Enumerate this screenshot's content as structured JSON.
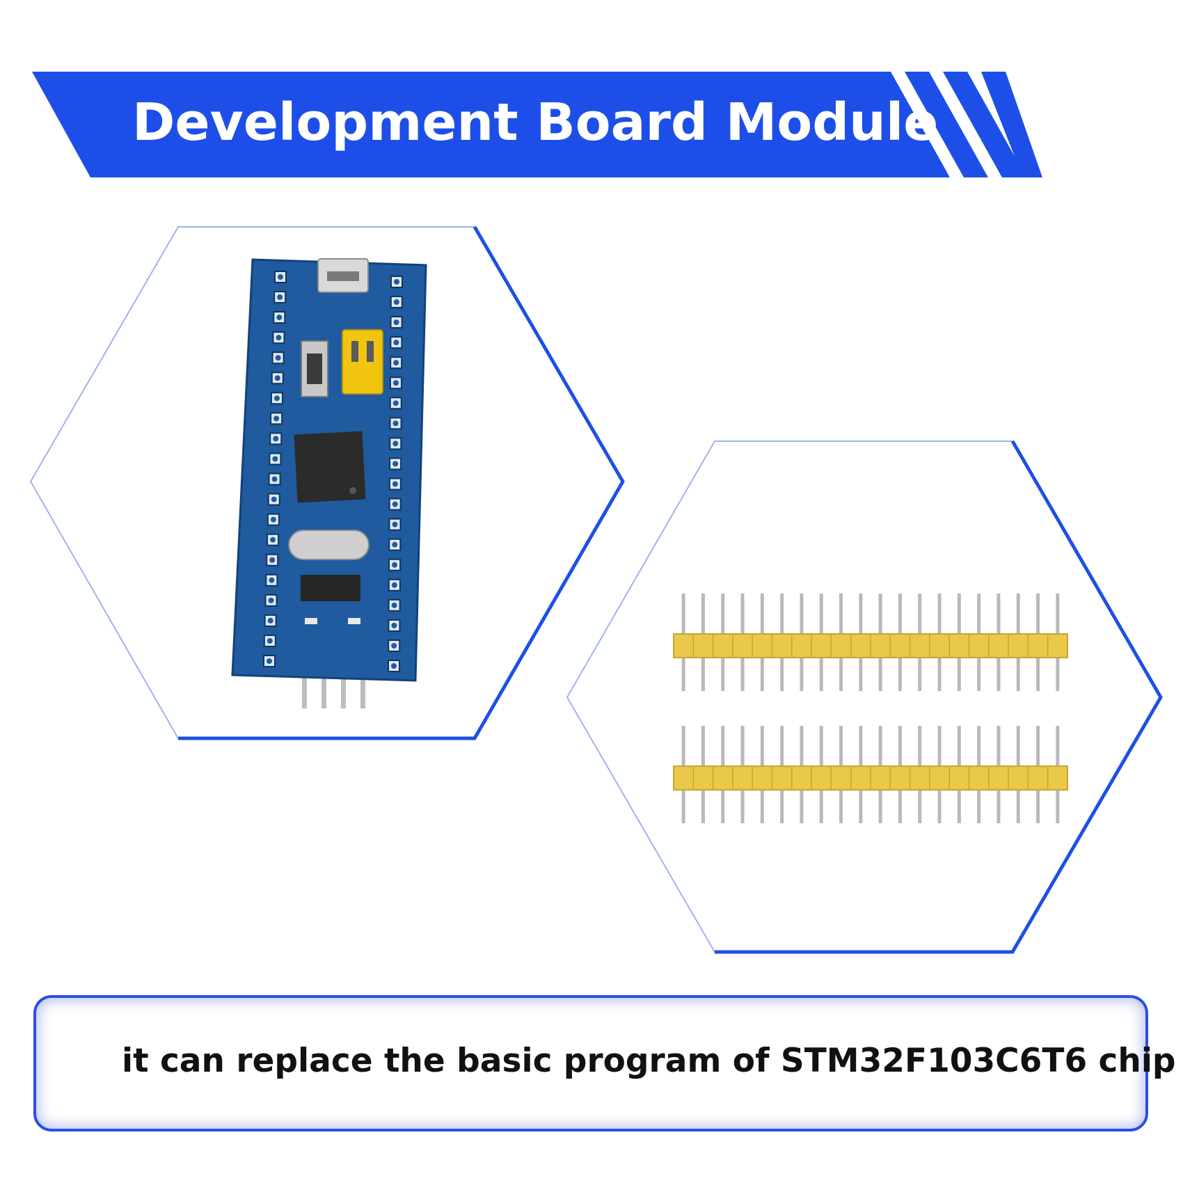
{
  "banner": {
    "title": "Development Board Module"
  },
  "caption": {
    "text": "it can replace the basic program of STM32F103C6T6 chip"
  },
  "products": {
    "board_image": "stm32-blue-pill-board-image",
    "headers_image": "yellow-pin-header-strips-image"
  },
  "colors": {
    "brand_blue": "#1d4fe8",
    "board_blue": "#1f5b9e",
    "header_yellow": "#e9c84a",
    "text_dark": "#111111"
  }
}
